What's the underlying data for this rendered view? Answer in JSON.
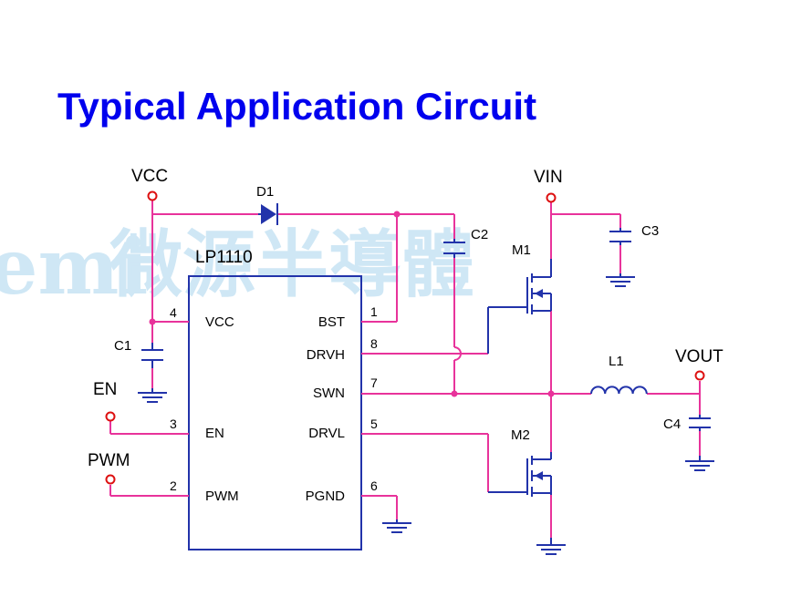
{
  "title": "Typical Application Circuit",
  "watermark": {
    "left": "emi",
    "main": "微源半導體"
  },
  "ic": {
    "name": "LP1110",
    "pins": [
      {
        "num": "4",
        "name": "VCC"
      },
      {
        "num": "3",
        "name": "EN"
      },
      {
        "num": "2",
        "name": "PWM"
      },
      {
        "num": "1",
        "name": "BST"
      },
      {
        "num": "8",
        "name": "DRVH"
      },
      {
        "num": "7",
        "name": "SWN"
      },
      {
        "num": "5",
        "name": "DRVL"
      },
      {
        "num": "6",
        "name": "PGND"
      }
    ]
  },
  "nets": {
    "vcc": "VCC",
    "vin": "VIN",
    "vout": "VOUT",
    "en": "EN",
    "pwm": "PWM"
  },
  "components": {
    "d1": "D1",
    "c1": "C1",
    "c2": "C2",
    "c3": "C3",
    "c4": "C4",
    "l1": "L1",
    "m1": "M1",
    "m2": "M2"
  },
  "colors": {
    "title": "#0000ee",
    "wire": "#e8339b",
    "component": "#2233aa",
    "terminal": "#dd1111",
    "watermark": "#cfe7f5"
  }
}
